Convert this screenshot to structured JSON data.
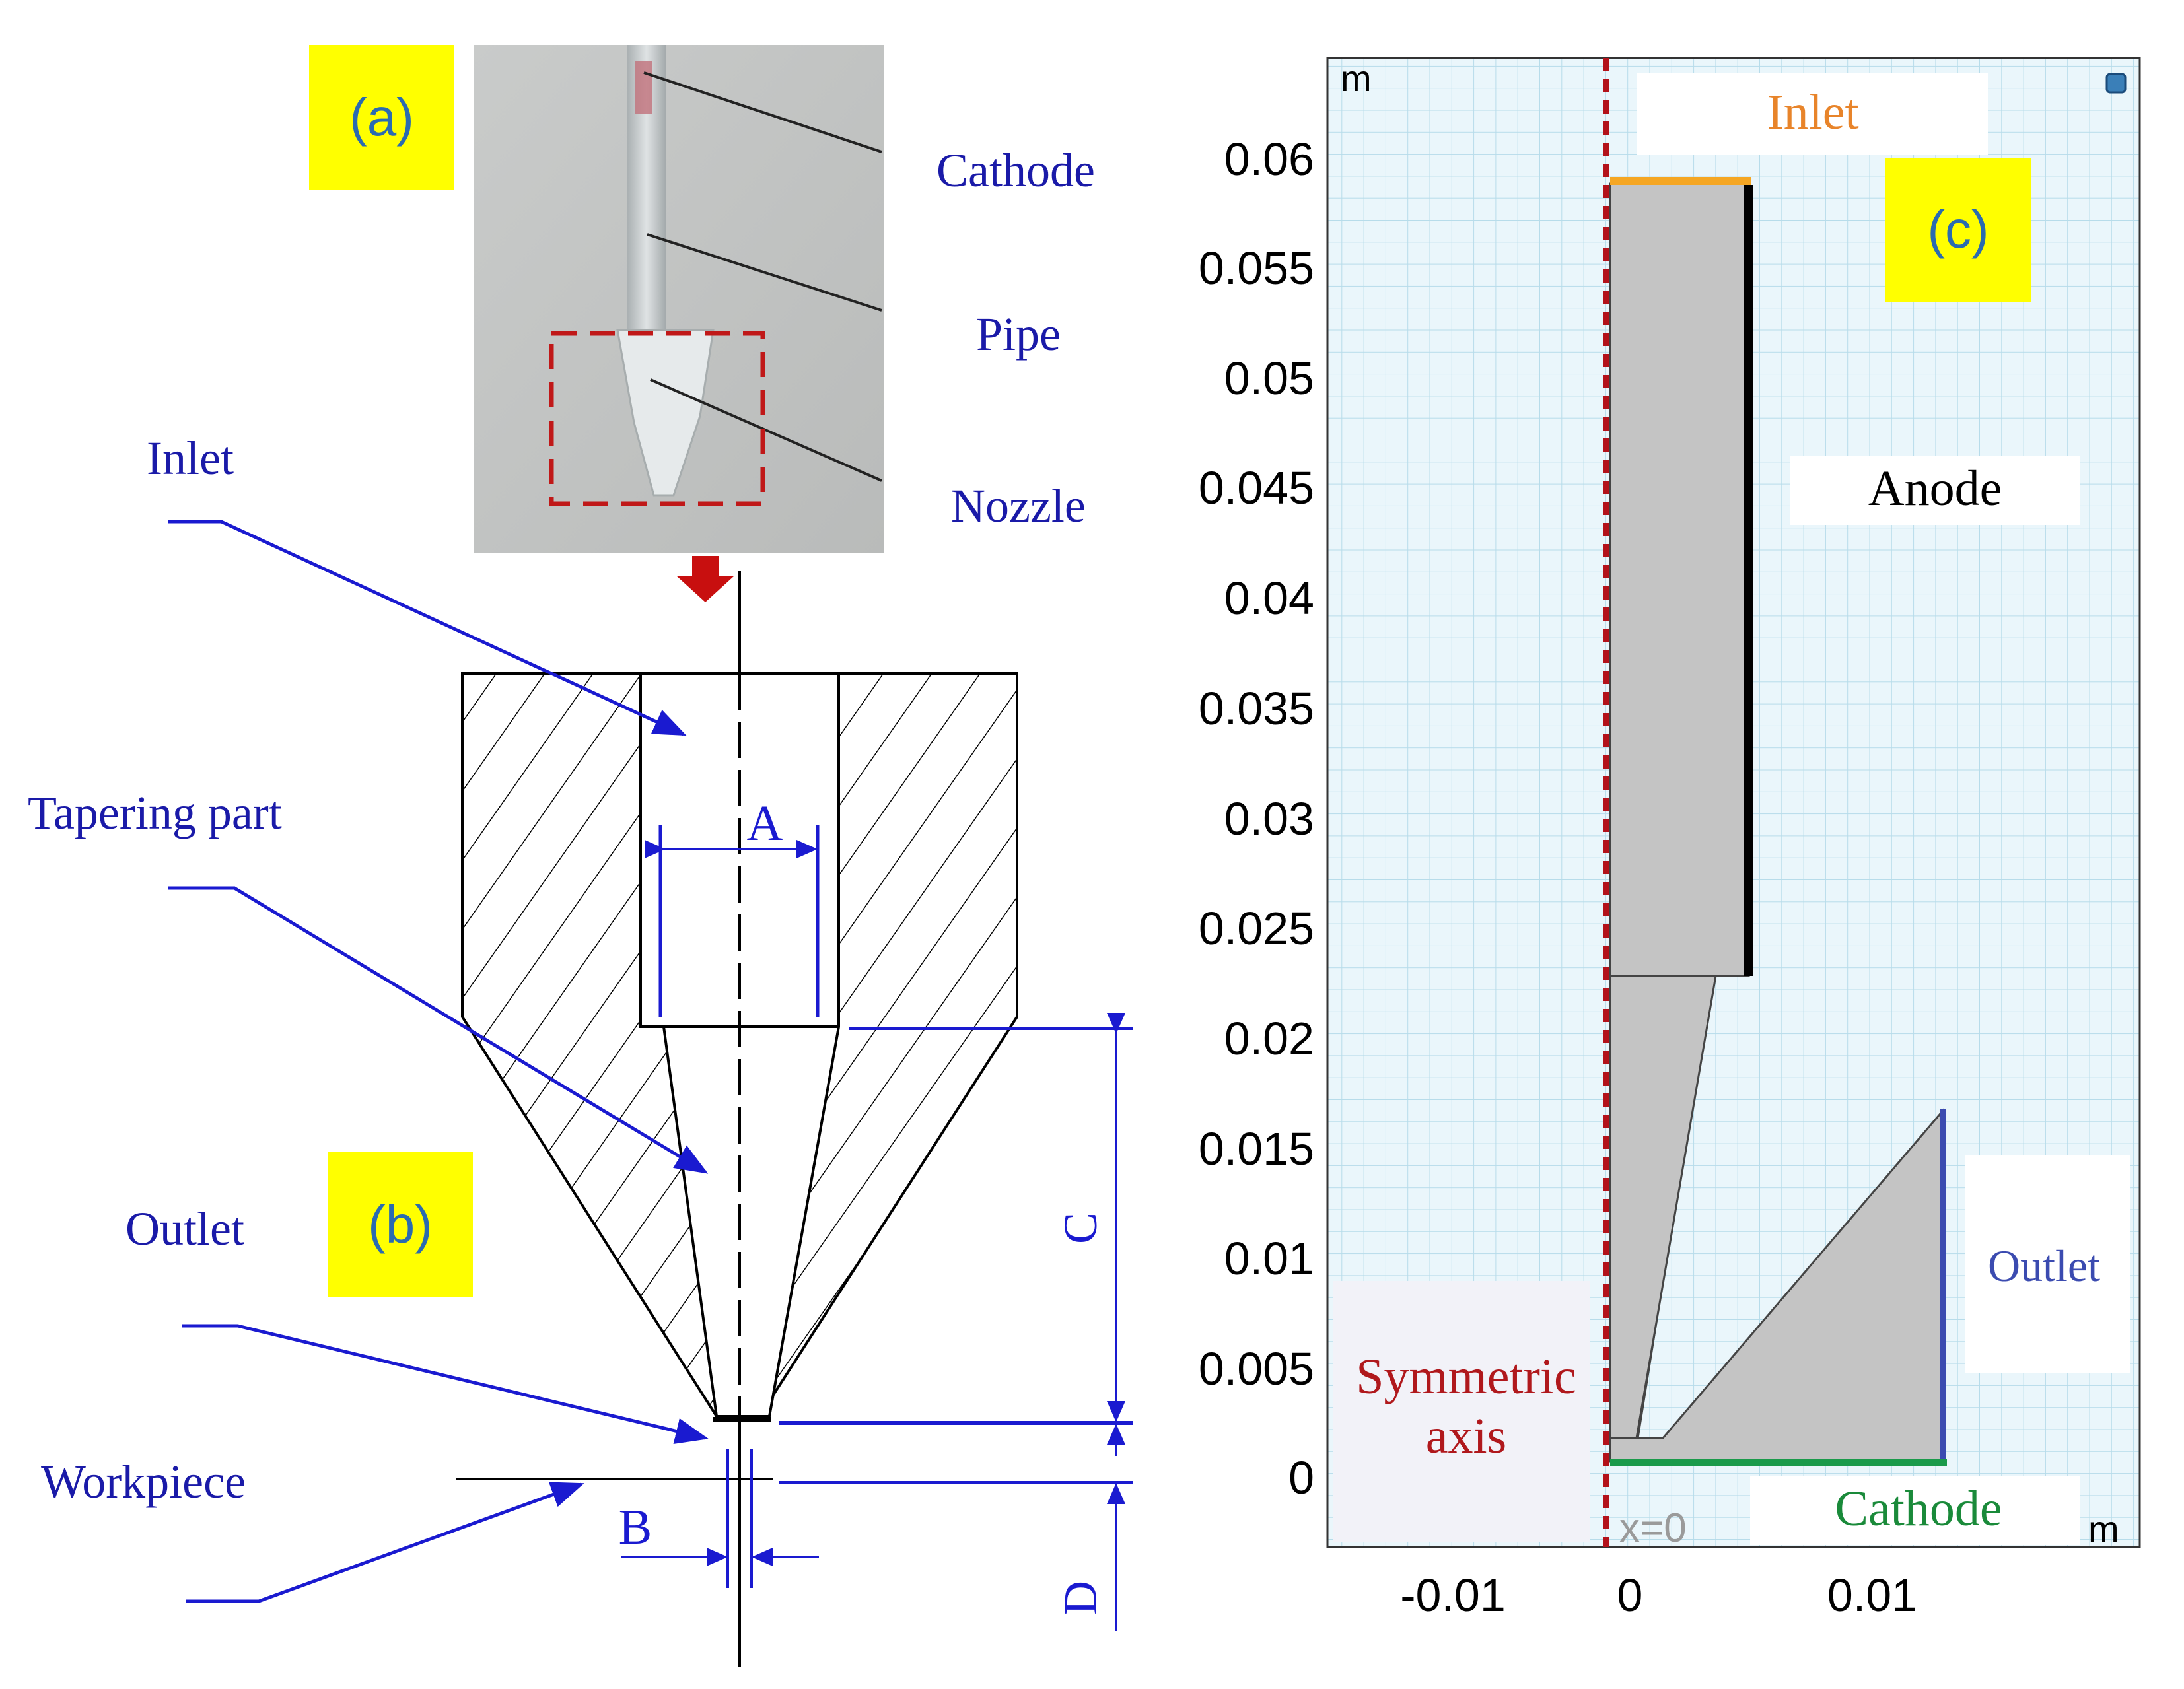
{
  "panel_a": {
    "tag": "(a)",
    "labels": {
      "cathode": "Cathode",
      "pipe": "Pipe",
      "nozzle": "Nozzle"
    }
  },
  "panel_b": {
    "tag": "(b)",
    "labels": {
      "inlet": "Inlet",
      "tapering": "Tapering part",
      "outlet": "Outlet",
      "workpiece": "Workpiece"
    },
    "dimensions": {
      "a": "A",
      "b": "B",
      "c": "C",
      "d": "D"
    }
  },
  "panel_c": {
    "tag": "(c)",
    "unit_y": "m",
    "unit_x": "m",
    "x_ticks": [
      "-0.01",
      "0",
      "0.01"
    ],
    "y_ticks": [
      "0.06",
      "0.055",
      "0.05",
      "0.045",
      "0.04",
      "0.035",
      "0.03",
      "0.025",
      "0.02",
      "0.015",
      "0.01",
      "0.005",
      "0"
    ],
    "x_zero_label": "x=0",
    "labels": {
      "inlet": "Inlet",
      "anode": "Anode",
      "outlet": "Outlet",
      "cathode": "Cathode",
      "symmetric_1": "Symmetric",
      "symmetric_2": "axis"
    },
    "colors": {
      "inlet": "#f5a623",
      "anode": "#000000",
      "outlet": "#3b4bb0",
      "cathode": "#1a9a4a",
      "axis": "#b3121a",
      "label_blue": "#1a1aa8",
      "label_orange": "#e8842a",
      "label_red": "#b0181c",
      "label_green": "#1a8a3a",
      "tag_bg": "#ffff00",
      "grid_bg": "#eaf6fb",
      "grid_line": "#a9d3e5",
      "body_gray": "#c4c4c4"
    }
  }
}
